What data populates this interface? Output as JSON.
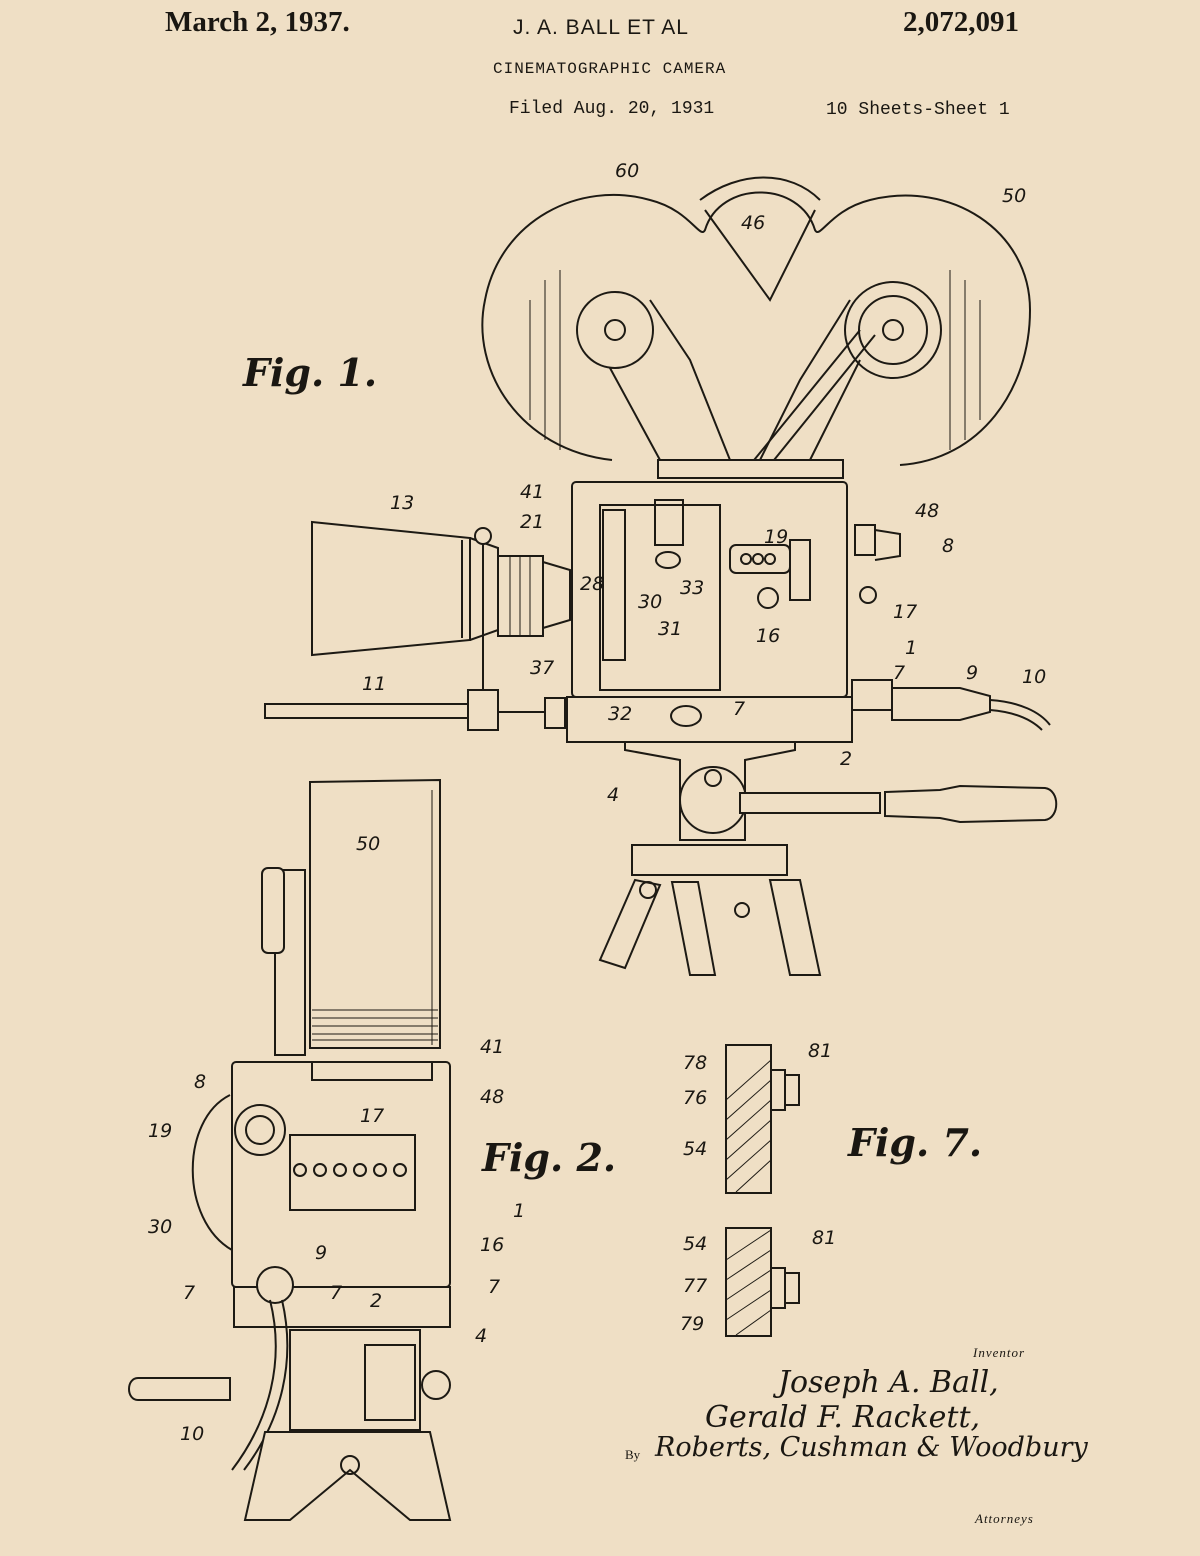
{
  "header": {
    "date": "March 2, 1937.",
    "inventors": "J. A. BALL ET AL",
    "patent_number": "2,072,091",
    "title": "CINEMATOGRAPHIC CAMERA",
    "filed": "Filed Aug. 20, 1931",
    "sheets": "10 Sheets-Sheet 1"
  },
  "figures": {
    "fig1_label": "Fig. 1.",
    "fig2_label": "Fig. 2.",
    "fig7_label": "Fig. 7."
  },
  "reference_numbers": {
    "fig1": [
      "60",
      "46",
      "50",
      "41",
      "21",
      "13",
      "48",
      "19",
      "8",
      "28",
      "30",
      "33",
      "31",
      "16",
      "17",
      "37",
      "1",
      "7",
      "9",
      "10",
      "11",
      "32",
      "7",
      "2",
      "4"
    ],
    "fig2": [
      "50",
      "41",
      "8",
      "48",
      "17",
      "19",
      "30",
      "1",
      "16",
      "9",
      "7",
      "7",
      "2",
      "7",
      "4",
      "10"
    ],
    "fig7": [
      "78",
      "81",
      "76",
      "54",
      "54",
      "81",
      "77",
      "79"
    ]
  },
  "signature": {
    "inventor_caption": "Inventor",
    "name_1": "Joseph A. Ball,",
    "name_2": "Gerald F. Rackett,",
    "by": "By",
    "attorneys_name": "Roberts, Cushman & Woodbury",
    "attorneys_caption": "Attorneys"
  }
}
